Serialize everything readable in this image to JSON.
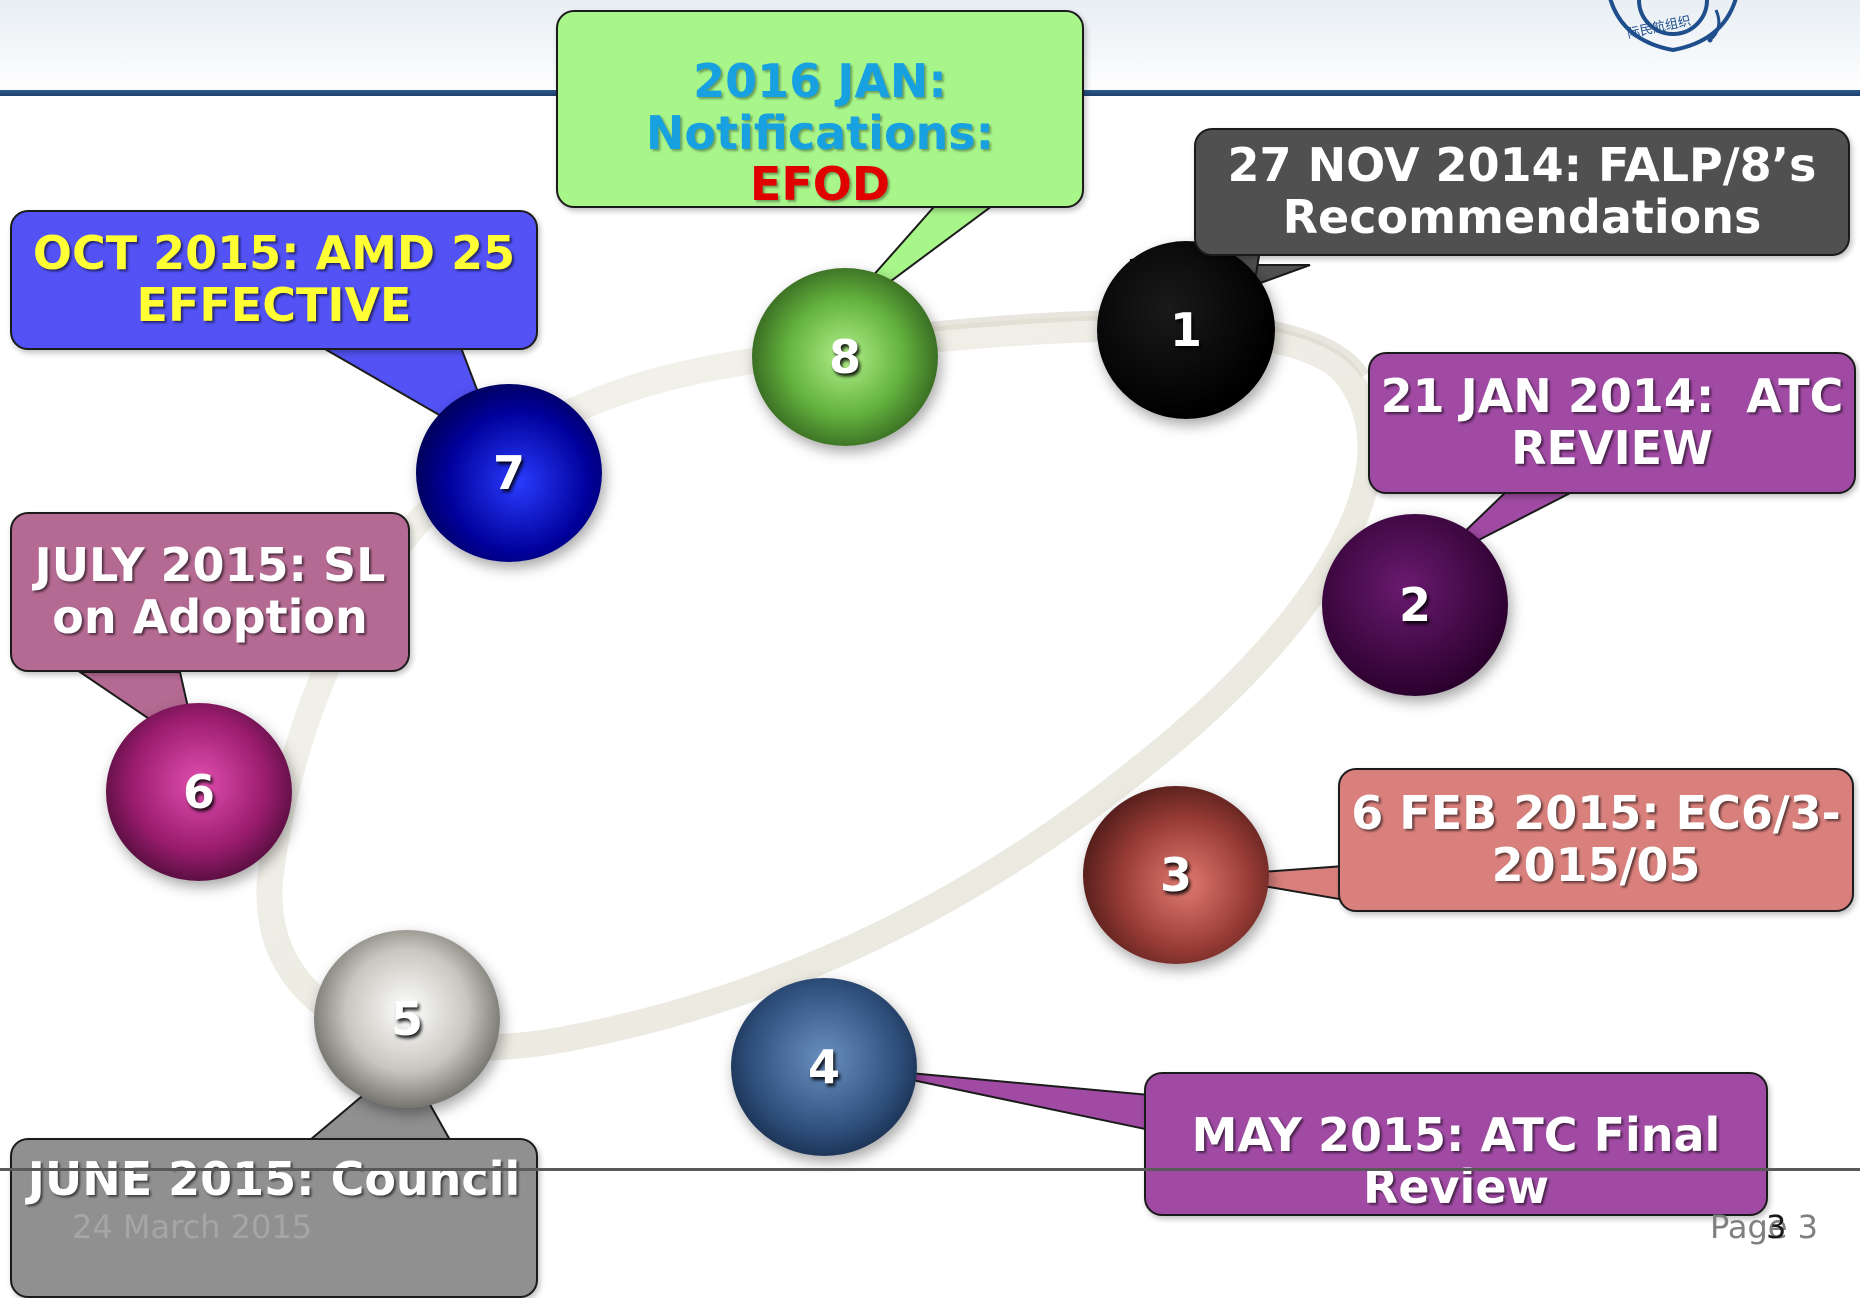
{
  "colors": {
    "header_rule": "#1e3f6b",
    "step1": "#000000",
    "step2": "#5a0a5e",
    "step3": "#8a3a36",
    "step4": "#3b5f8f",
    "step5": "#b5b5ad",
    "step6": "#a0206f",
    "step7": "#00009e",
    "step8": "#5fae3a"
  },
  "header": {
    "logo_icon": "icao-emblem-icon"
  },
  "steps": [
    {
      "number": "1",
      "callout_lines": [
        "27 NOV 2014: FALP/8’s",
        "Recommendations"
      ]
    },
    {
      "number": "2",
      "callout_lines": [
        "21 JAN 2014:  ATC",
        "REVIEW"
      ]
    },
    {
      "number": "3",
      "callout_lines": [
        "6 FEB 2015: EC6/3-",
        "2015/05"
      ]
    },
    {
      "number": "4",
      "callout_lines": [
        "MAY 2015: ATC Final",
        "Review"
      ]
    },
    {
      "number": "5",
      "callout_lines": [
        "JUNE 2015: Council"
      ]
    },
    {
      "number": "6",
      "callout_lines": [
        "JULY 2015: SL",
        "on Adoption"
      ]
    },
    {
      "number": "7",
      "callout_lines": [
        "OCT 2015: AMD 25",
        "EFFECTIVE"
      ]
    },
    {
      "number": "8",
      "callout_lines": [
        "2016 JAN:",
        "Notifications:",
        "EFOD"
      ]
    }
  ],
  "footer": {
    "date": "24 March 2015",
    "page_label": "Page 3",
    "page_overlay_number": "3"
  }
}
